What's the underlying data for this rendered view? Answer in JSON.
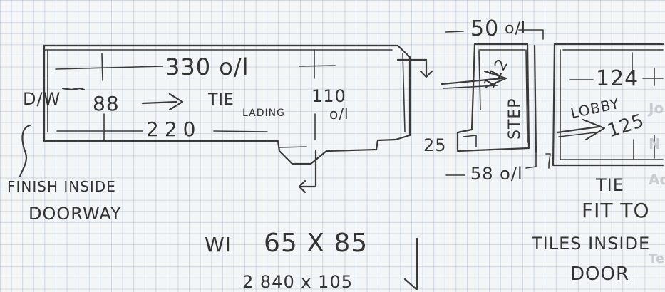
{
  "sketch": {
    "labels": {
      "hall_length": "330 o/l",
      "dw": "D/W",
      "hall_width": "88",
      "tie_in_1": "TIE",
      "landing": "LADING",
      "right_width": "110",
      "right_ol": "o/l",
      "bottom_run": "220",
      "finish_note_1": "FINISH INSIDE",
      "finish_note_2": "DOORWAY",
      "wi": "WI",
      "wi_size": "65 X 85",
      "bottom_cut": "2 840 x 105",
      "top_50": "50",
      "top_50_ol": "o/l",
      "step_height": "112",
      "step": "STEP",
      "step_25": "25",
      "bottom_58": "58 o/l",
      "right_124": "124",
      "right_125": "125",
      "lobby": "LOBBY",
      "tie_in_2": "TIE",
      "fit_to": "FIT TO",
      "tiles_inside": "TILES INSIDE",
      "door": "DOOR"
    },
    "background_fragments": [
      "Jo",
      "N",
      "Ad",
      "Te"
    ]
  }
}
